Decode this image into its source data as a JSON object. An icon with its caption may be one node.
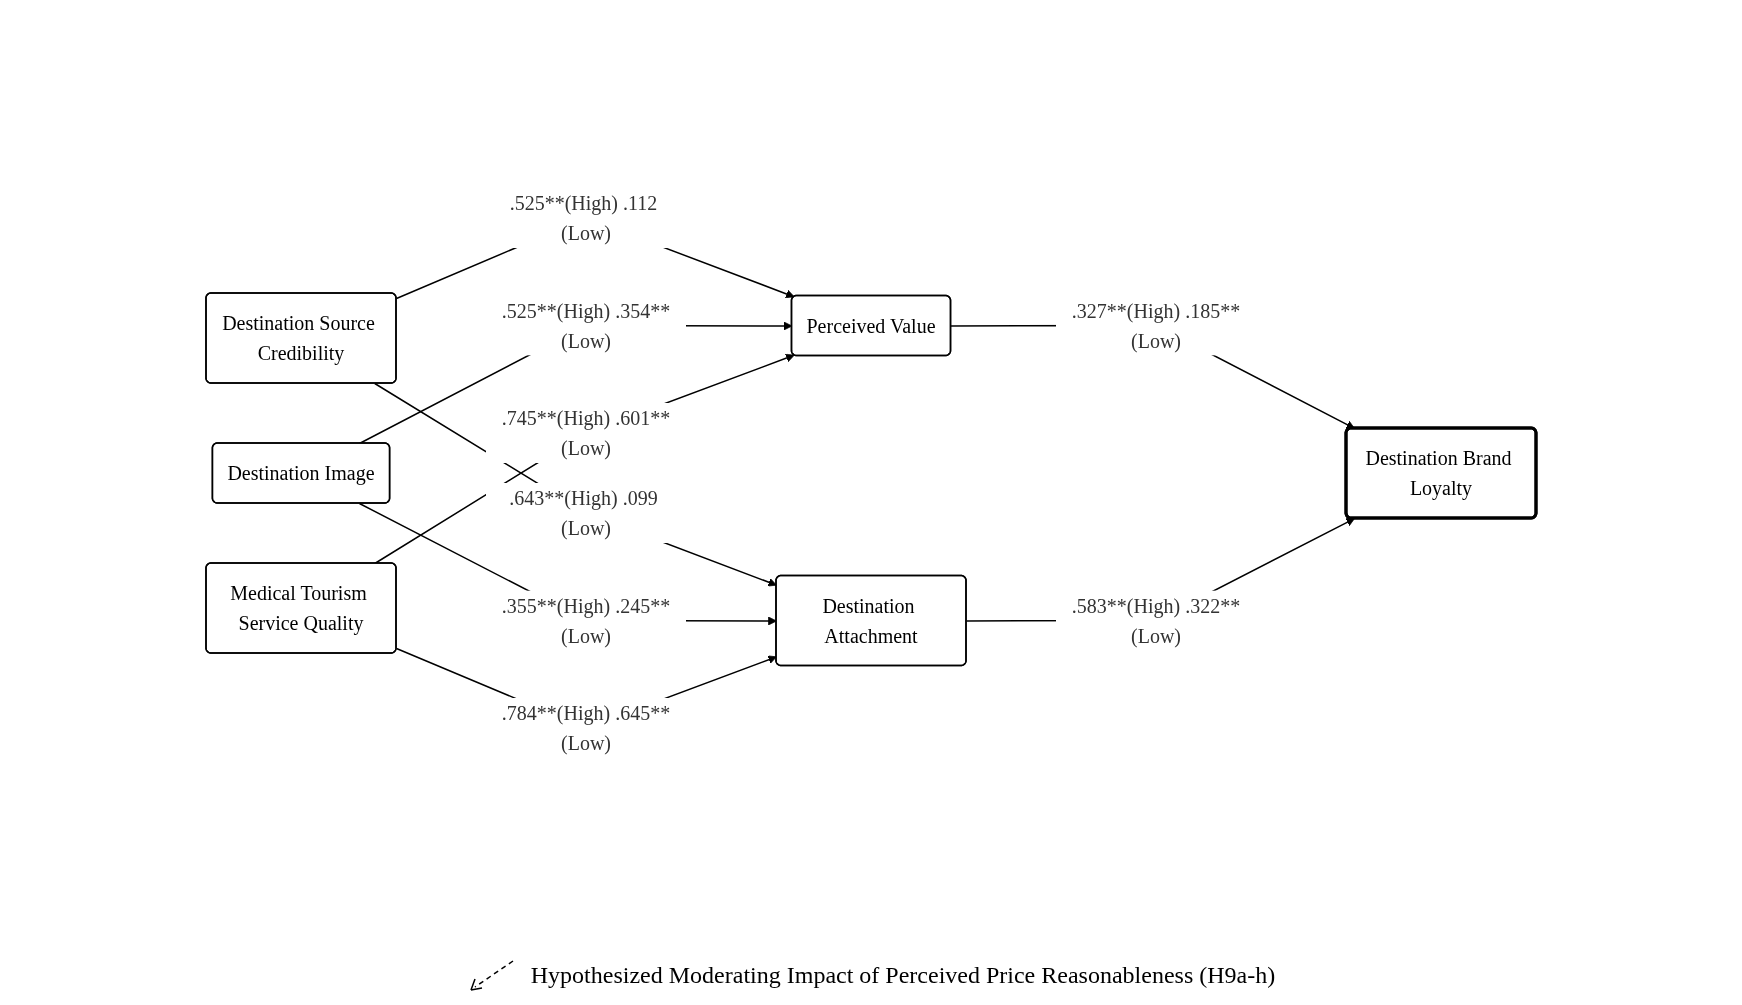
{
  "diagram": {
    "nodes": [
      {
        "text": [
          "Destination Source Credibility"
        ]
      },
      {
        "text": [
          "Destination Image"
        ]
      },
      {
        "text": [
          "Medical Tourism Service Quality"
        ]
      },
      {
        "text": [
          "Perceived Value"
        ]
      },
      {
        "text": [
          "Destination Attachment"
        ]
      },
      {
        "text": [
          "Destination Brand Loyalty"
        ]
      }
    ],
    "edges": [
      {
        "from": 0,
        "to": 3,
        "arrow": "to",
        "label": ".525**(High) .112 (Low)"
      },
      {
        "from": 0,
        "to": 4,
        "arrow": "to",
        "label": ".643**(High) .099 (Low)"
      },
      {
        "from": 1,
        "to": 3,
        "arrow": "to",
        "label": ".525**(High) .354**(Low)"
      },
      {
        "from": 1,
        "to": 4,
        "arrow": "to",
        "label": ".355**(High) .245**(Low)"
      },
      {
        "from": 2,
        "to": 3,
        "arrow": "to",
        "label": ".745**(High) .601**(Low)"
      },
      {
        "from": 2,
        "to": 4,
        "arrow": "to",
        "label": ".784**(High) .645**(Low)"
      },
      {
        "from": 3,
        "to": 5,
        "arrow": "to",
        "label": ".327**(High) .185**(Low)"
      },
      {
        "from": 4,
        "to": 5,
        "arrow": "to",
        "label": ".583**(High) .322**(Low)"
      }
    ],
    "legend": [
      {
        "text": "Hypothesized Moderating Impact of Perceived Price Reasonableness (H9a-h)"
      }
    ]
  }
}
